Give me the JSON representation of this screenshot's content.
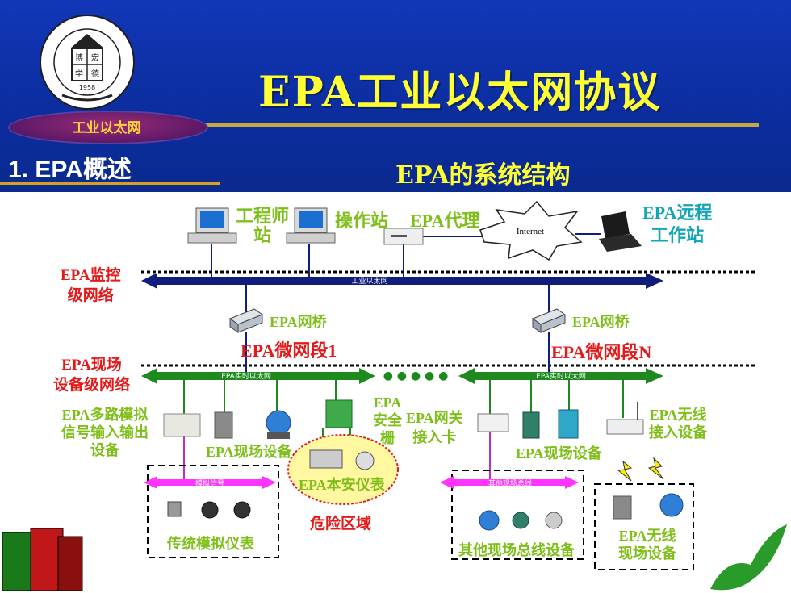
{
  "header": {
    "title": "EPA工业以太网协议",
    "badge": "工业以太网",
    "section": "1.  EPA概述",
    "subtitle": "EPA的系统结构",
    "logo_year": "1958",
    "logo_seal_chars": [
      "博",
      "宏",
      "学",
      "德"
    ]
  },
  "diagram": {
    "top": {
      "engineer_station": "工程师\n站",
      "operator_station": "操作站",
      "proxy": "EPA代理",
      "internet": "Internet",
      "remote": "EPA远程\n工作站"
    },
    "levels": {
      "monitor": "EPA监控\n级网络",
      "monitor_net": "工业以太网",
      "field": "EPA现场\n设备级网络",
      "rt_net_1": "EPA实时以太网",
      "rt_net_n": "EPA实时以太网",
      "dots": "● ● ● ● ●"
    },
    "bridges": {
      "left": "EPA网桥",
      "right": "EPA网桥",
      "segment_1": "EPA微网段1",
      "segment_n": "EPA微网段N"
    },
    "devices": {
      "multi_io": "EPA多路模拟\n信号输入输出\n设备",
      "field_left": "EPA现场设备",
      "safety_gate": "EPA\n安全\n栅",
      "gateway": "EPA网关\n接入卡",
      "field_right": "EPA现场设备",
      "wireless_access": "EPA无线\n接入设备",
      "intrinsic": "EPA本安仪表",
      "danger": "危险区域",
      "analog_bus": "模拟信号",
      "traditional": "传统模拟仪表",
      "fieldbus": "其他现场总线",
      "other_fieldbus": "其他现场总线设备",
      "wireless_field": "EPA无线\n现场设备"
    }
  },
  "colors": {
    "header_bg": "#0b2d9e",
    "title": "#ffff33",
    "label_green": "#7fbf1a",
    "label_red": "#e41a1a",
    "label_teal": "#13a6b6",
    "monitor_arrow": "#101d7a",
    "field_arrow": "#1e8a1e",
    "analog_arrow": "#ff33ff"
  }
}
